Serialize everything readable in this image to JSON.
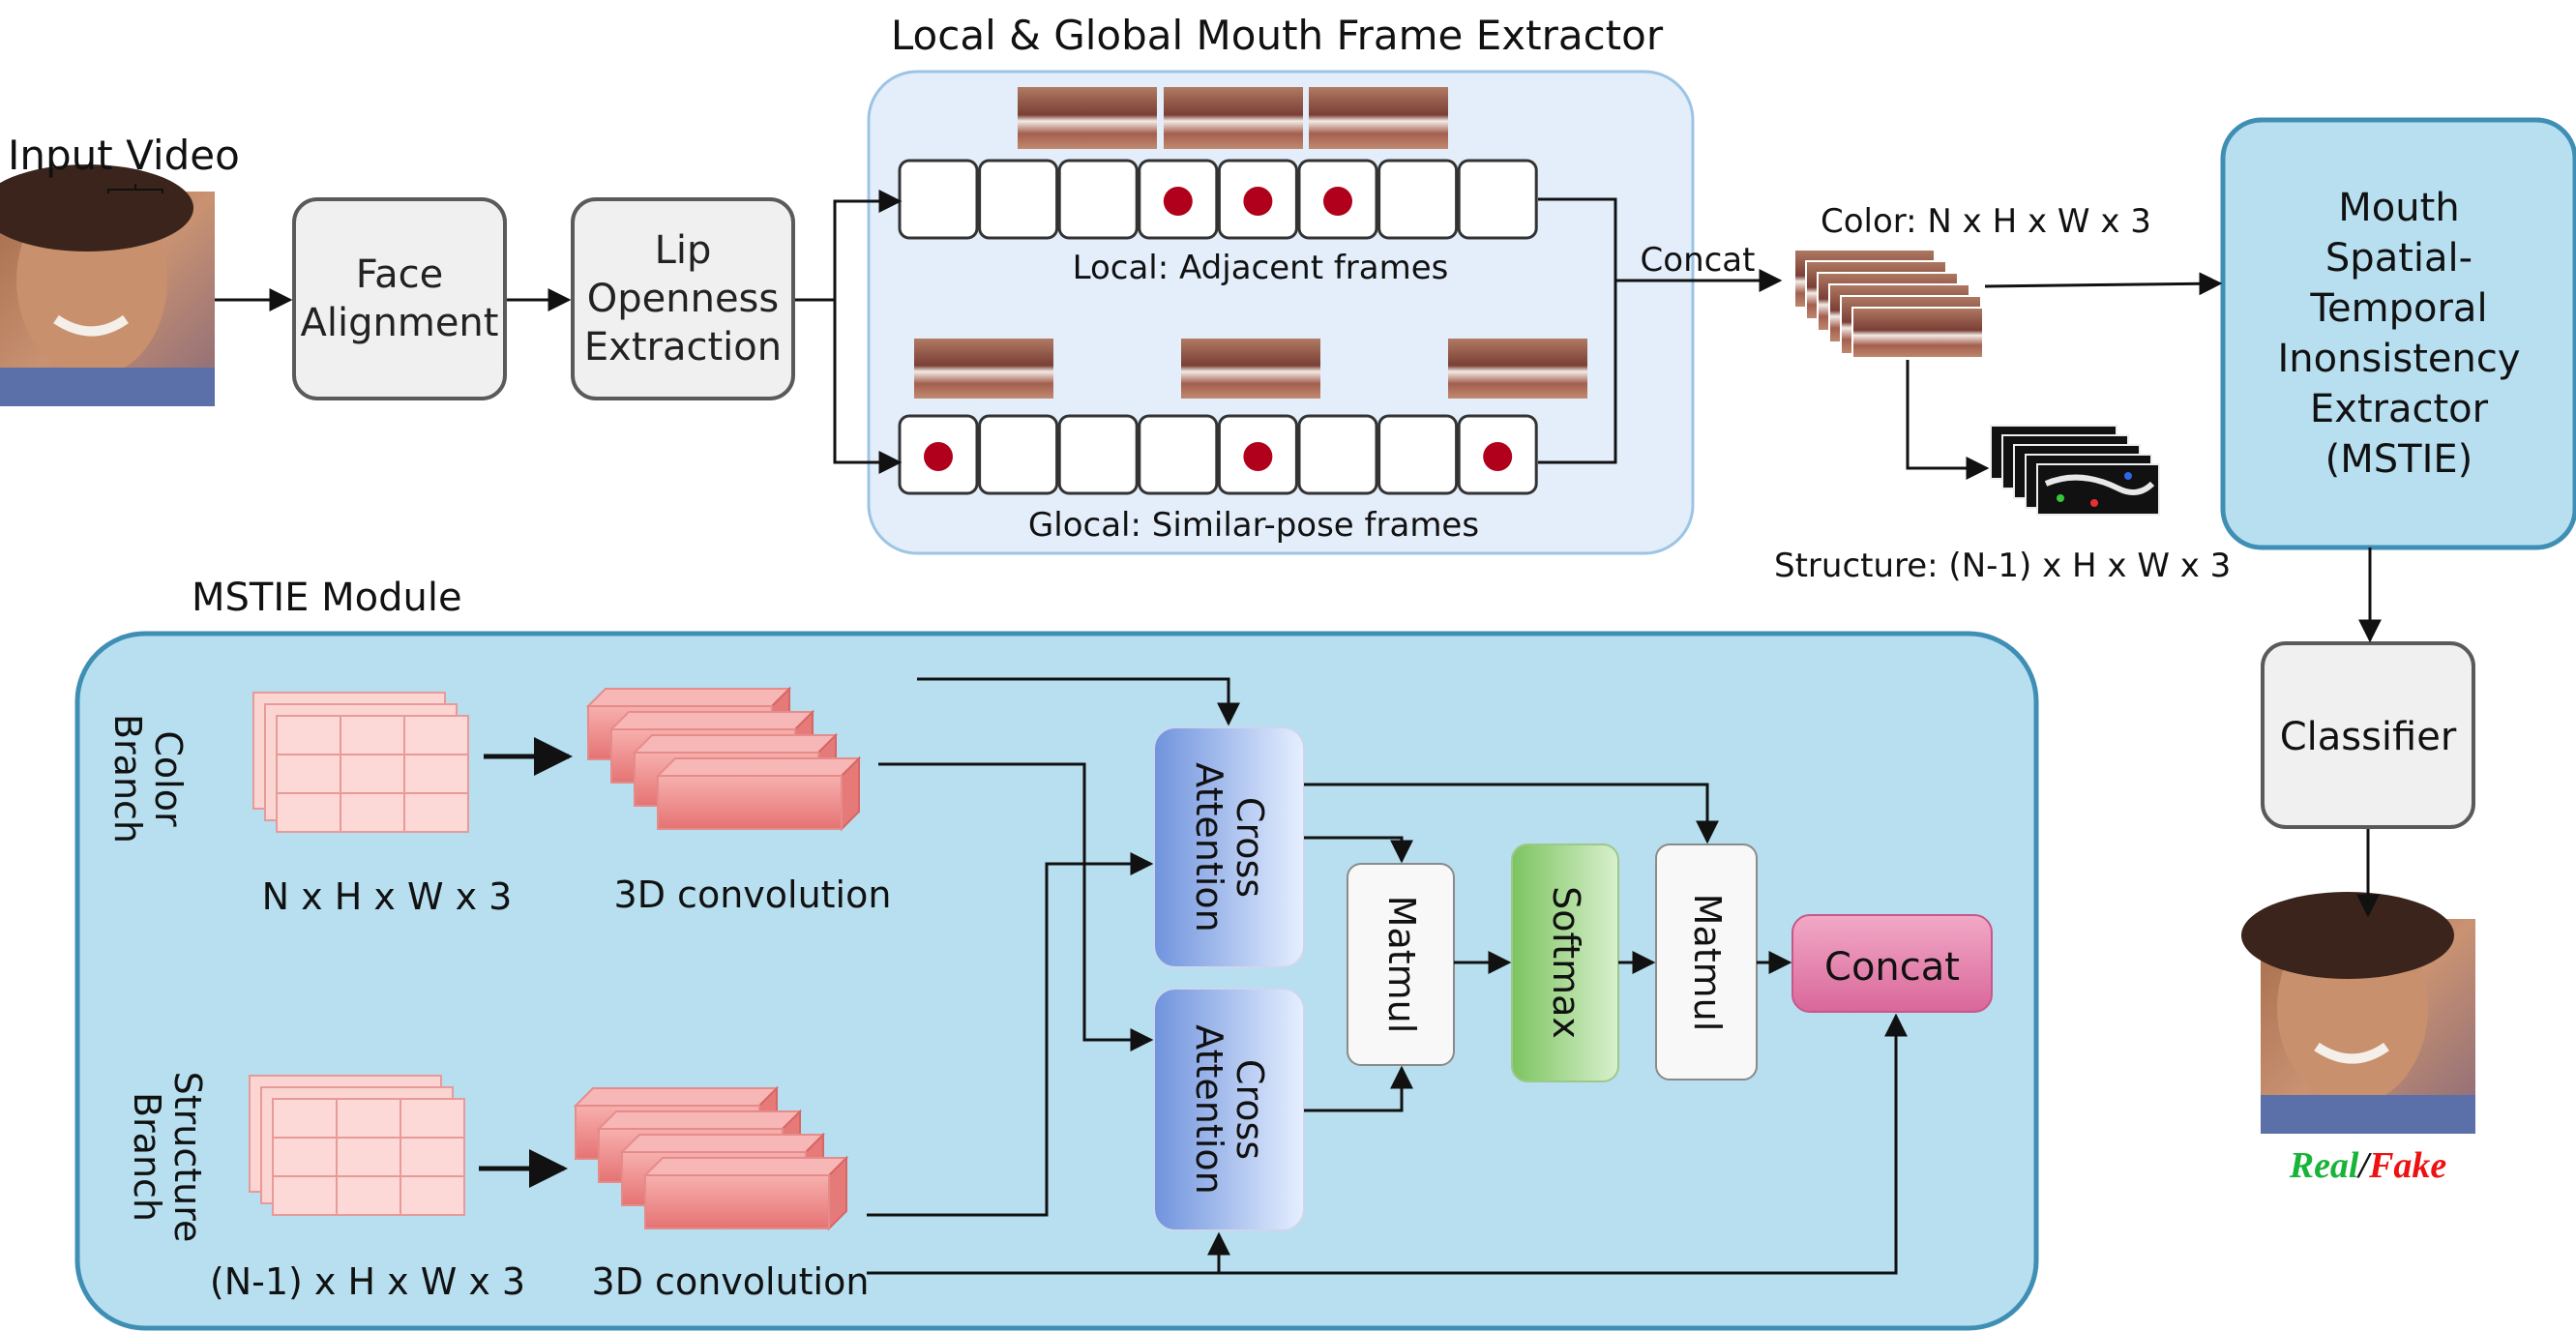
{
  "header": {
    "input_video": "Input Video",
    "extractor_title": "Local & Global Mouth Frame Extractor"
  },
  "pipeline": {
    "face_alignment": [
      "Face",
      "Alignment"
    ],
    "lip_openness": [
      "Lip",
      "Openness",
      "Extraction"
    ],
    "local_label": "Local: Adjacent frames",
    "global_label": "Glocal: Similar-pose frames",
    "concat_label": "Concat",
    "color_label": "Color:  N x H x W x 3",
    "structure_label": "Structure: (N-1) x H x W x 3",
    "mstie_box": [
      "Mouth",
      "Spatial-",
      "Temporal",
      "Inonsistency",
      "Extractor",
      "(MSTIE)"
    ],
    "classifier": "Classifier",
    "result_real": "Real",
    "result_slash": "/",
    "result_fake": "Fake",
    "local_selected": [
      3,
      4,
      5
    ],
    "global_selected": [
      0,
      4,
      7
    ]
  },
  "module": {
    "title": "MSTIE Module",
    "color_branch": [
      "Color",
      "Branch"
    ],
    "structure_branch": [
      "Structure",
      "Branch"
    ],
    "color_dims": "N x H x W x 3",
    "structure_dims": "(N-1) x H x W x 3",
    "conv_label_1": "3D convolution",
    "conv_label_2": "3D convolution",
    "cross_attention_1": [
      "Cross",
      "Attention"
    ],
    "cross_attention_2": [
      "Cross",
      "Attention"
    ],
    "matmul_1": "Matmul",
    "softmax": "Softmax",
    "matmul_2": "Matmul",
    "concat": "Concat"
  },
  "colors": {
    "panel_fill": "#b7dff0",
    "panel_border": "#3f8fb5",
    "extractor_fill": "#e3eefa",
    "dot": "#b0001c",
    "real": "#19b33a",
    "fake": "#ee1111",
    "concat_fill": "#e07fa7",
    "softmax_fill": "#8fcf76",
    "cross_fill": "#7ea0e0"
  }
}
